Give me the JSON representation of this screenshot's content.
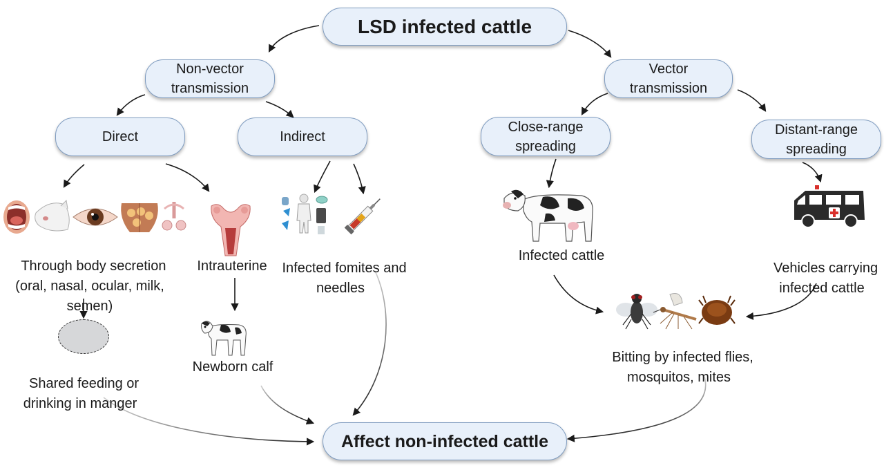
{
  "nodes": {
    "root": "LSD infected cattle",
    "non_vector": "Non-vector\ntransmission",
    "vector": "Vector\ntransmission",
    "direct": "Direct",
    "indirect": "Indirect",
    "close_range": "Close-range\nspreading",
    "distant_range": "Distant-range\nspreading",
    "target": "Affect non-infected cattle"
  },
  "labels": {
    "body_secretion": "Through body secretion\n(oral, nasal, ocular, milk,\nsemen)",
    "intrauterine": "Intrauterine",
    "fomites": "Infected fomites and\nneedles",
    "shared_feeding": "Shared feeding or\ndrinking in manger",
    "newborn_calf": "Newborn calf",
    "infected_cattle": "Infected cattle",
    "vehicles": "Vehicles carrying\ninfected cattle",
    "biting": "Bitting by infected flies,\nmosquitos, mites"
  },
  "icons": {
    "secretion_row": [
      "mouth-icon",
      "nose-icon",
      "eye-icon",
      "mammary-gland-icon",
      "male-reproductive-icon"
    ],
    "uterus": "uterus-icon",
    "fomites": [
      "ppe-equipment-icon",
      "syringe-icon"
    ],
    "calf": "calf-icon",
    "cow": "cow-icon",
    "vehicle": "truck-icon",
    "vectors": [
      "fly-icon",
      "mosquito-icon",
      "tick-icon"
    ]
  },
  "colors": {
    "pill_fill": "#e8f0fa",
    "pill_border": "#7f9cc0",
    "arrow": "#1a1a1a",
    "faded_arrow": "#b8b8b8"
  }
}
